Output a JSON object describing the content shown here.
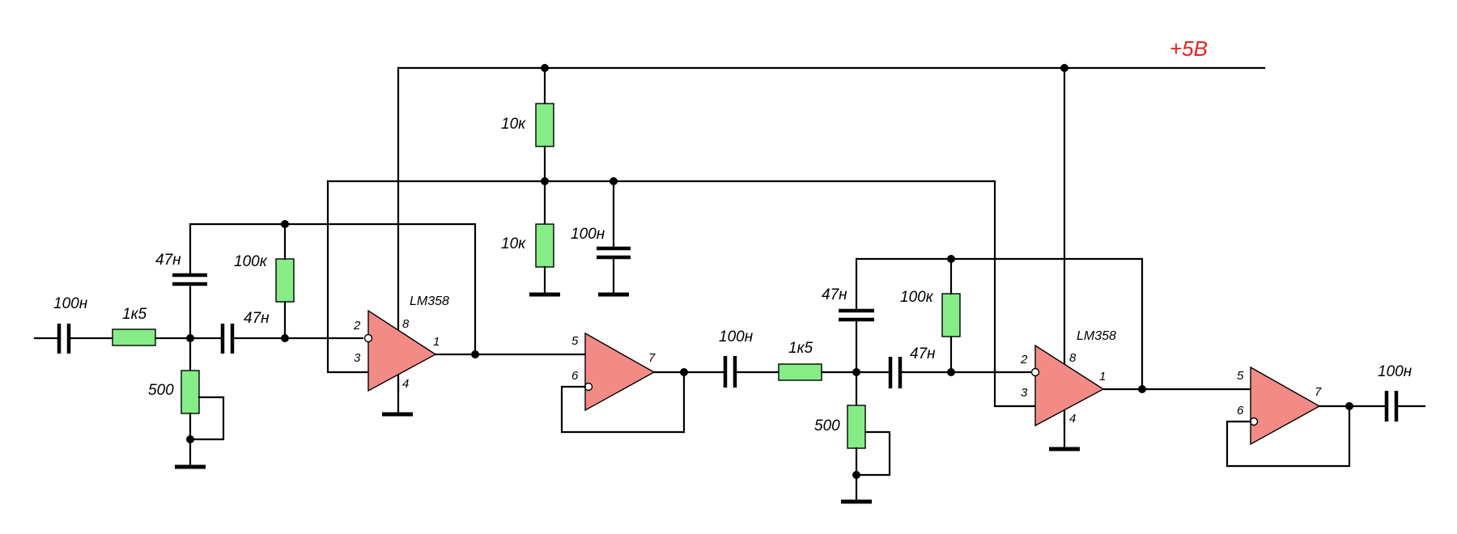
{
  "supply": {
    "label": "+5В",
    "color": "#e32420"
  },
  "colors": {
    "resistor_fill": "#86ec86",
    "opamp_fill": "#f28b86",
    "wire": "#000000"
  },
  "stage1": {
    "c_in": "100н",
    "r_series": "1к5",
    "c_shunt": "47н",
    "pot": "500",
    "c_coupling": "47н",
    "r_feedback": "100к",
    "opamp": {
      "name": "LM358",
      "pin_inv": "2",
      "pin_noninv": "3",
      "pin_out": "1",
      "pin_vcc": "8",
      "pin_gnd": "4"
    },
    "buffer": {
      "pin_noninv": "5",
      "pin_inv": "6",
      "pin_out": "7"
    }
  },
  "stage2": {
    "c_in": "100н",
    "r_series": "1к5",
    "c_shunt": "47н",
    "pot": "500",
    "c_coupling": "47н",
    "r_feedback": "100к",
    "opamp": {
      "name": "LM358",
      "pin_inv": "2",
      "pin_noninv": "3",
      "pin_out": "1",
      "pin_vcc": "8",
      "pin_gnd": "4"
    },
    "buffer": {
      "pin_noninv": "5",
      "pin_inv": "6",
      "pin_out": "7"
    },
    "c_out": "100н"
  },
  "bias": {
    "r_top": "10к",
    "r_bottom": "10к",
    "c_filter": "100н"
  }
}
